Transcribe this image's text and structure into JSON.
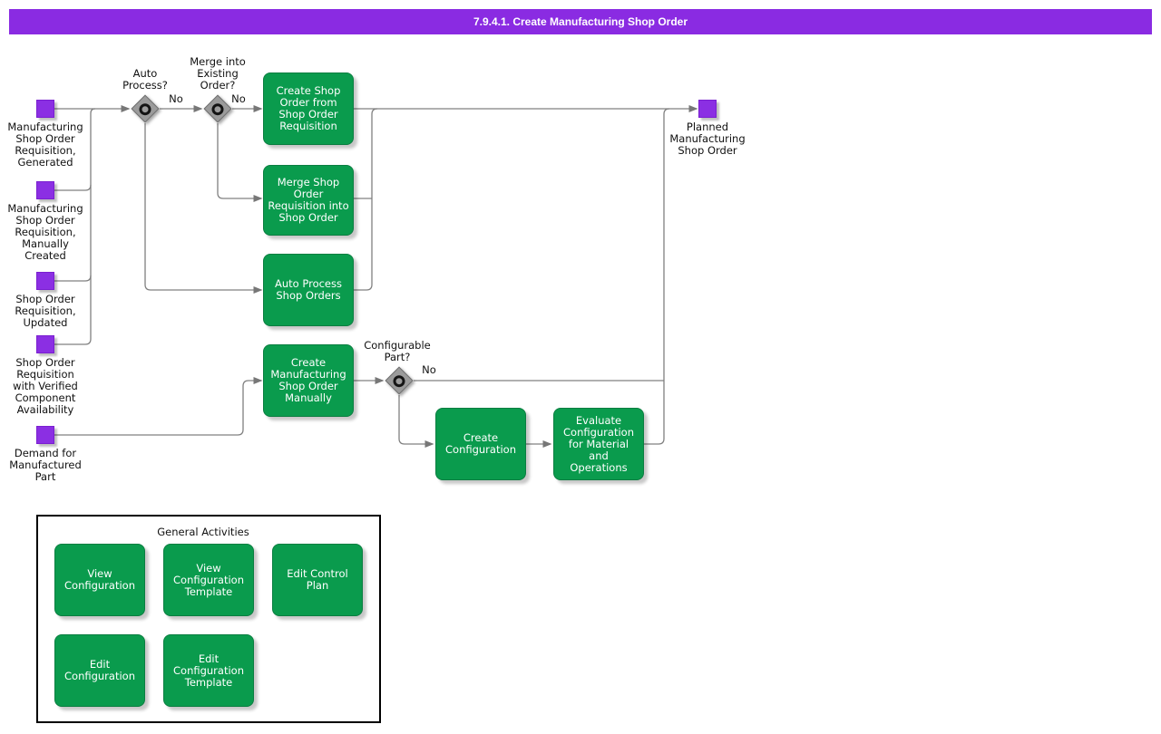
{
  "header": {
    "title": "7.9.4.1. Create Manufacturing Shop Order"
  },
  "colors": {
    "purple": "#8A2BE2",
    "green": "#0A9B4D",
    "line": "#808080",
    "gateway_gray": "#9B9B9B"
  },
  "events": [
    {
      "label": "Manufacturing\nShop Order\nRequisition,\nGenerated"
    },
    {
      "label": "Manufacturing\nShop Order\nRequisition,\nManually\nCreated"
    },
    {
      "label": "Shop Order\nRequisition,\nUpdated"
    },
    {
      "label": "Shop Order\nRequisition\nwith Verified\nComponent\nAvailability"
    },
    {
      "label": "Demand for\nManufactured\nPart"
    }
  ],
  "end_event": {
    "label": "Planned\nManufacturing\nShop Order"
  },
  "decisions": [
    {
      "label": "Auto\nProcess?",
      "branch_label": "No"
    },
    {
      "label": "Merge into\nExisting\nOrder?",
      "branch_label": "No"
    },
    {
      "label": "Configurable\nPart?",
      "branch_label": "No"
    }
  ],
  "activities": [
    {
      "label": "Create Shop\nOrder from\nShop Order\nRequisition"
    },
    {
      "label": "Merge Shop\nOrder\nRequisition into\nShop Order"
    },
    {
      "label": "Auto Process\nShop Orders"
    },
    {
      "label": "Create\nManufacturing\nShop Order\nManually"
    },
    {
      "label": "Create\nConfiguration"
    },
    {
      "label": "Evaluate\nConfiguration\nfor Material\nand\nOperations"
    }
  ],
  "general_activities": {
    "title": "General Activities",
    "items": [
      {
        "label": "View\nConfiguration"
      },
      {
        "label": "View\nConfiguration\nTemplate"
      },
      {
        "label": "Edit Control\nPlan"
      },
      {
        "label": "Edit\nConfiguration"
      },
      {
        "label": "Edit\nConfiguration\nTemplate"
      }
    ]
  }
}
